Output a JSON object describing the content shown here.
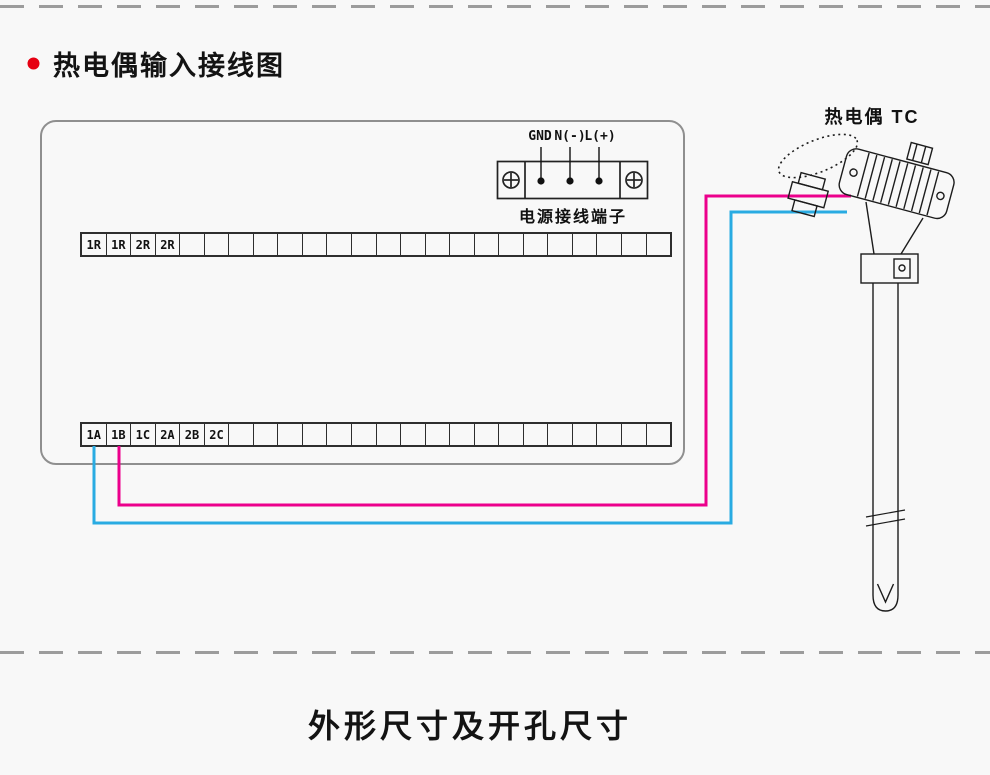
{
  "colors": {
    "bullet_red": "#e60012",
    "wire_positive": "#ec008c",
    "wire_negative": "#29abe2",
    "line_dark": "#1c1c1c"
  },
  "section_wiring": {
    "title": "热电偶输入接线图"
  },
  "power_terminal": {
    "pin_labels": [
      "GND",
      "N(-)",
      "L(+)"
    ],
    "caption": "电源接线端子"
  },
  "terminal_strip_top": {
    "labels": [
      "1R",
      "1R",
      "2R",
      "2R"
    ],
    "total_cells": 24
  },
  "terminal_strip_bottom": {
    "labels": [
      "1A",
      "1B",
      "1C",
      "2A",
      "2B",
      "2C"
    ],
    "total_cells": 24
  },
  "thermocouple": {
    "label": "热电偶 TC"
  },
  "section_dimensions": {
    "title": "外形尺寸及开孔尺寸"
  }
}
